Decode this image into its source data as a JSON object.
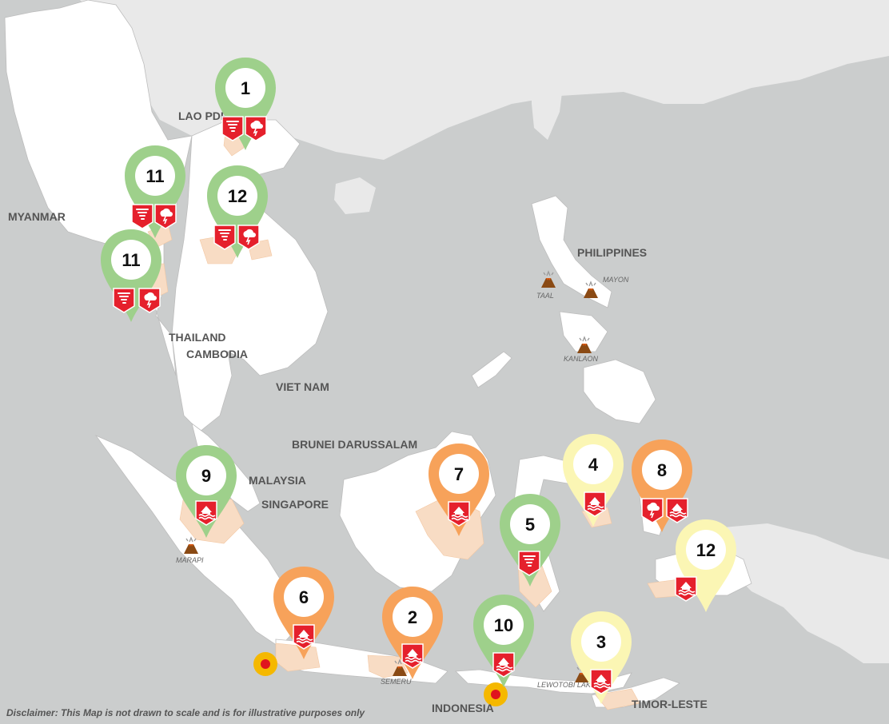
{
  "map": {
    "disclaimer": "Disclaimer: This Map is not drawn to scale and is for illustrative purposes only",
    "colors": {
      "sea": "#cbcdcd",
      "land": "#ffffff",
      "land_outside": "#e9e9e9",
      "affected_area": "#f8dcc4",
      "pin_green": "#9ed08b",
      "pin_orange": "#f7a25a",
      "pin_yellow": "#fbf6b4",
      "hazard_red": "#e5202c"
    },
    "countries": {
      "lao": "LAO PDR",
      "myanmar": "MYANMAR",
      "philippines": "PHILIPPINES",
      "thailand": "THAILAND",
      "cambodia": "CAMBODIA",
      "vietnam": "VIET NAM",
      "brunei": "BRUNEI DARUSSALAM",
      "malaysia": "MALAYSIA",
      "singapore": "SINGAPORE",
      "indonesia": "INDONESIA",
      "timor": "TIMOR-LESTE"
    },
    "volcanoes": {
      "taal": "TAAL",
      "mayon": "MAYON",
      "kanlaon": "KANLAON",
      "marapi": "MARAPI",
      "semeru": "SEMERU",
      "lewotobi": "LEWOTOBI LAKI-LAKI"
    },
    "pins": {
      "lao": "1",
      "myanmar_north": "11",
      "lao_south": "12",
      "myanmar_south": "11",
      "sumatra": "9",
      "kalimantan": "7",
      "sulawesi_north": "4",
      "maluku": "8",
      "sulawesi": "5",
      "papua": "12",
      "west_java": "6",
      "east_java": "2",
      "bali": "10",
      "ntt": "3"
    },
    "icon_names": [
      "tornado-icon",
      "storm-icon",
      "flood-icon",
      "volcano-icon",
      "earthquake-icon"
    ]
  }
}
